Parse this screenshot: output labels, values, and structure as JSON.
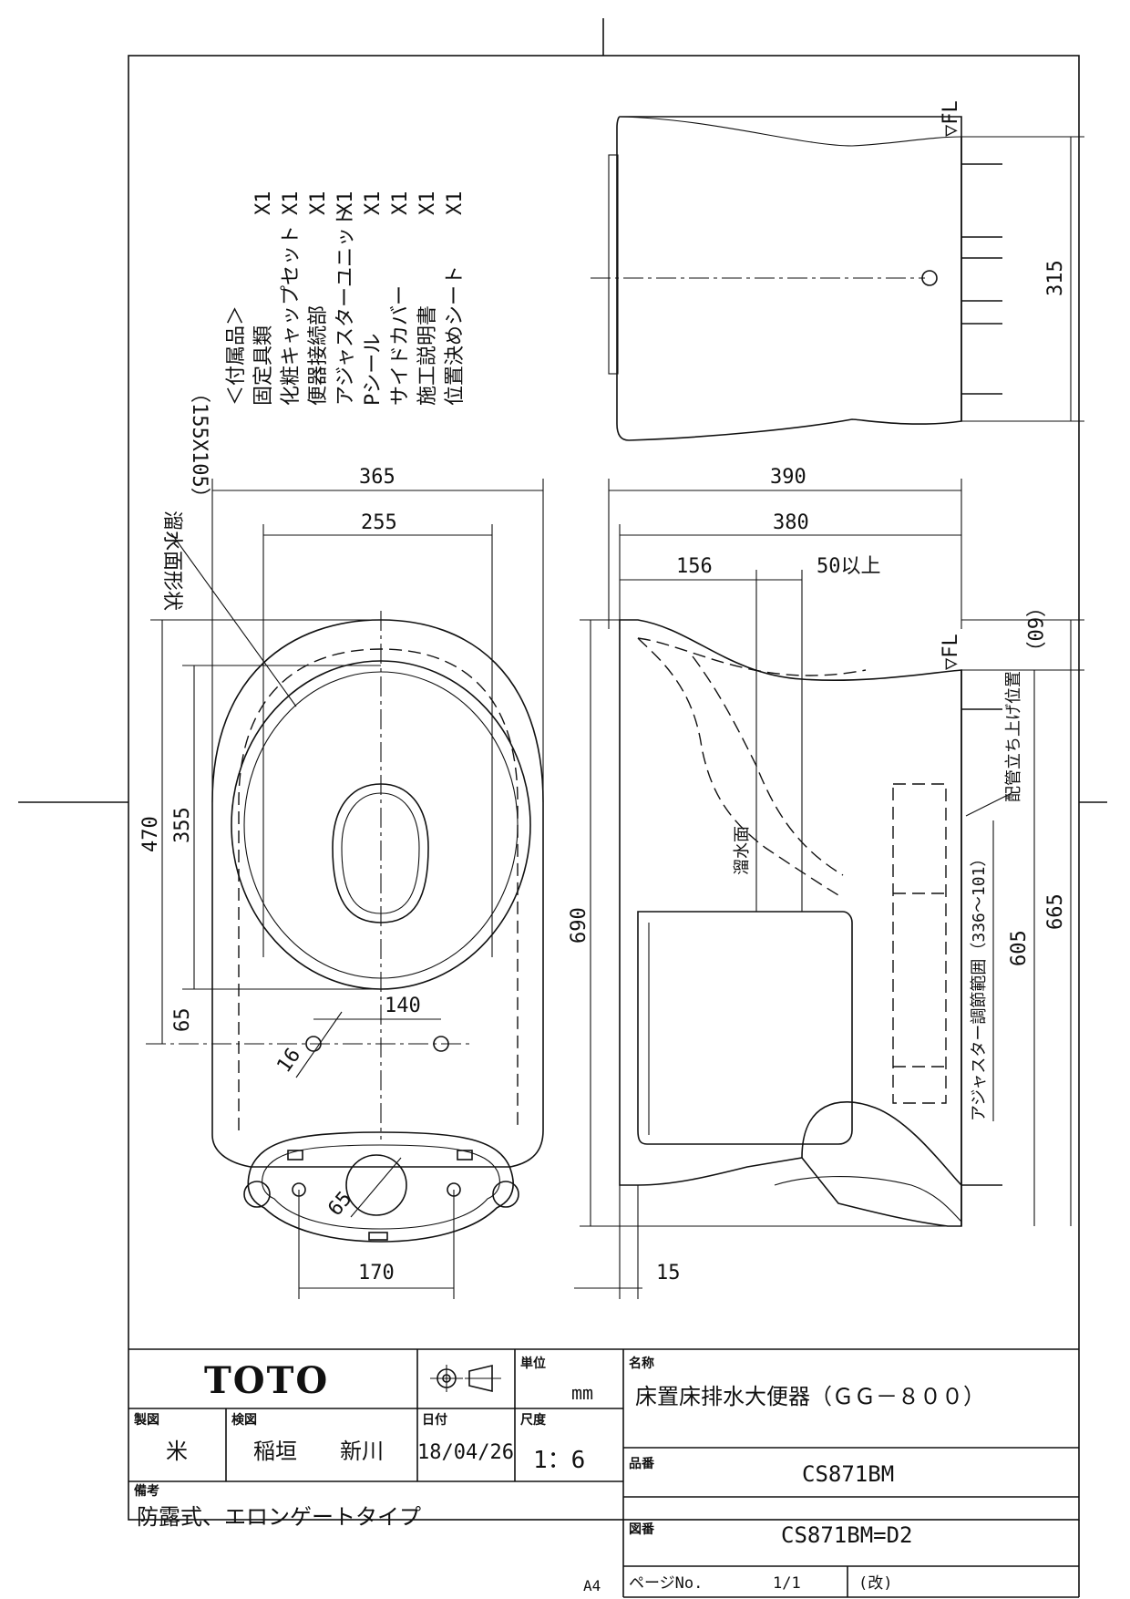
{
  "accessories": {
    "title": "＜付属品＞",
    "items": [
      {
        "name": "固定具類",
        "qty": "X1"
      },
      {
        "name": "化粧キャップセット",
        "qty": "X1"
      },
      {
        "name": "便器接続部",
        "qty": "X1"
      },
      {
        "name": "アジャスターユニット",
        "qty": "X1"
      },
      {
        "name": "Pシール",
        "qty": "X1"
      },
      {
        "name": "サイドカバー",
        "qty": "X1"
      },
      {
        "name": "施工説明書",
        "qty": "X1"
      },
      {
        "name": "位置決めシート",
        "qty": "X1"
      }
    ]
  },
  "labels": {
    "water_shape": "溜水面形状",
    "water_shape_size": "（155X105）",
    "water_surface": "溜水面",
    "riser_position": "配管立ち上げ位置",
    "adjuster_range": "アジャスター調節範囲（336～101）",
    "fl_top": "▽FL",
    "fl_side": "▽FL"
  },
  "dimensions": {
    "top_view": {
      "width_outer": "365",
      "width_seat": "255",
      "length_total": "470",
      "length_seat": "355",
      "offset_65": "65",
      "bolt_spacing": "140",
      "bolt_dia": "16",
      "drain_dia": "65",
      "rear_spacing": "170"
    },
    "side_view": {
      "total_depth": "390",
      "depth_380": "380",
      "dist_156": "156",
      "min_50": "50以上",
      "height_690": "690",
      "gap_60": "（60）",
      "height_665": "665",
      "height_605": "605",
      "base_15": "15"
    },
    "rear_view": {
      "width_315": "315"
    }
  },
  "title_block": {
    "brand": "TOTO",
    "unit_label": "単位",
    "unit_value": "mm",
    "name_label": "名称",
    "name_value": "床置床排水大便器（ＧＧ－８００）",
    "drawn_label": "製図",
    "drawn_value": "米",
    "checked_label": "検図",
    "checked_value_1": "稲垣",
    "checked_value_2": "新川",
    "date_label": "日付",
    "date_value": "18/04/26",
    "scale_label": "尺度",
    "scale_value": "1：6",
    "part_label": "品番",
    "part_value": "CS871BM",
    "notes_label": "備考",
    "notes_value": "防露式、エロンゲートタイプ",
    "drawing_label": "図番",
    "drawing_value": "CS871BM=D2",
    "paper_size": "A4",
    "page_label": "ページNo.",
    "page_value": "1/1",
    "revision": "(改)"
  }
}
